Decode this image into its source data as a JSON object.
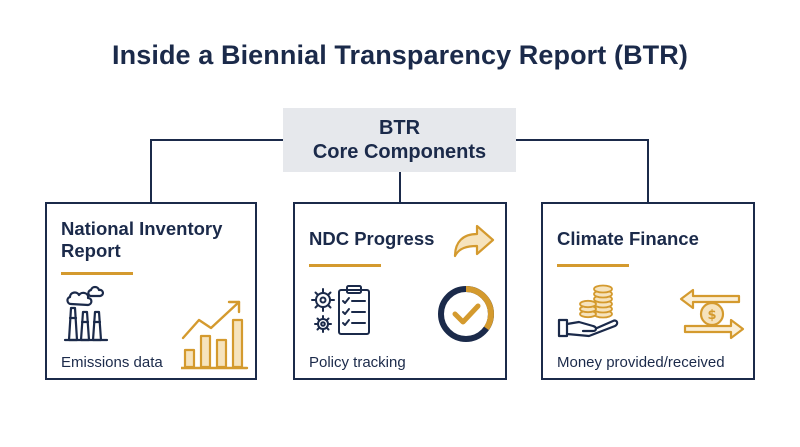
{
  "title": "Inside a Biennial Transparency Report (BTR)",
  "core": {
    "line1": "BTR",
    "line2": "Core Components"
  },
  "cards": [
    {
      "title": "National Inventory Report",
      "caption": "Emissions data",
      "icons": [
        "factory-icon",
        "bar-chart-growth-icon"
      ]
    },
    {
      "title": "NDC Progress",
      "caption": "Policy tracking",
      "icons": [
        "forward-arrow-icon",
        "gears-checklist-icon",
        "progress-check-icon"
      ]
    },
    {
      "title": "Climate Finance",
      "caption": "Money provided/received",
      "icons": [
        "hand-coins-icon",
        "exchange-arrows-icon"
      ]
    }
  ],
  "colors": {
    "navy": "#1b2a4a",
    "gold": "#d49a2e",
    "core_bg": "#e6e8ec"
  }
}
